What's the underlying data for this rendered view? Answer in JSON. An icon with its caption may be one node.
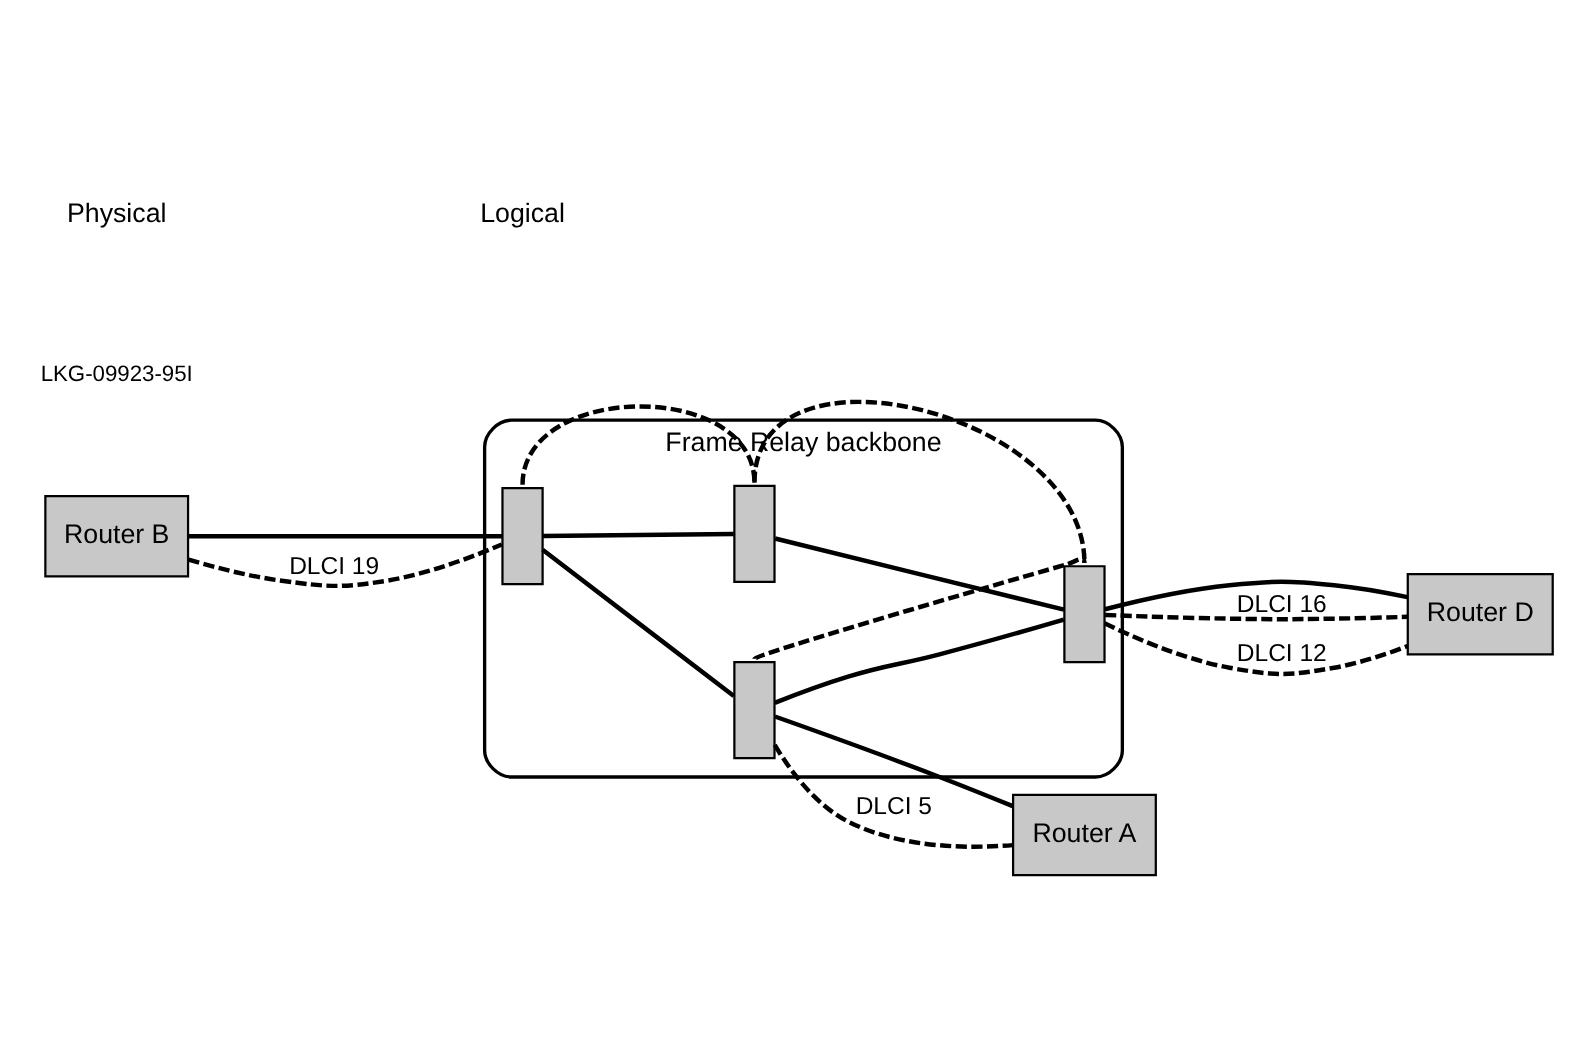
{
  "diagram": {
    "nodes": [
      {
        "text": [
          "Frame Relay backbone"
        ]
      },
      {
        "text": [],
        "shape": "bar",
        "in": 0
      },
      {
        "text": [],
        "shape": "bar",
        "in": 0
      },
      {
        "text": [],
        "shape": "bar",
        "in": 0
      },
      {
        "text": [],
        "shape": "bar",
        "in": 0
      },
      {
        "text": [
          "Router B"
        ]
      },
      {
        "text": [
          "Router D"
        ]
      },
      {
        "text": [
          "Router A"
        ]
      }
    ],
    "edges": [
      {
        "from": 2,
        "to": 1,
        "arrow": "none"
      },
      {
        "from": 1,
        "to": 3,
        "arrow": "none"
      },
      {
        "from": 2,
        "to": 4,
        "arrow": "none"
      },
      {
        "from": 4,
        "to": 3,
        "arrow": "none"
      },
      {
        "from": 5,
        "to": 2,
        "arrow": "none"
      },
      {
        "from": 3,
        "to": 6,
        "arrow": "none"
      },
      {
        "from": 4,
        "to": 7,
        "arrow": "none"
      },
      {
        "from": 5,
        "to": 2,
        "arrow": "none",
        "style": "dashed",
        "label": "DLCI 19"
      },
      {
        "from": 2,
        "to": 1,
        "arrow": "none",
        "style": "dashed"
      },
      {
        "from": 1,
        "to": 3,
        "arrow": "none",
        "style": "dashed"
      },
      {
        "from": 3,
        "to": 6,
        "arrow": "none",
        "style": "dashed",
        "label": "DLCI 16"
      },
      {
        "from": 3,
        "to": 6,
        "arrow": "none",
        "style": "dashed",
        "label": "DLCI 12"
      },
      {
        "from": 4,
        "to": 3,
        "arrow": "none",
        "style": "dashed"
      },
      {
        "from": 4,
        "to": 7,
        "arrow": "none",
        "style": "dashed",
        "label": "DLCI 5"
      }
    ],
    "labels": [
      "LKG-09923-95I"
    ],
    "legend": [
      {
        "text": "Physical"
      },
      {
        "text": "Logical"
      }
    ]
  }
}
